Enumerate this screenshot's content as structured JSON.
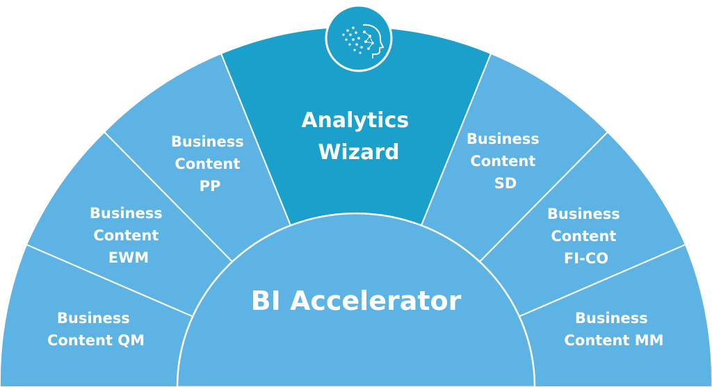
{
  "colors": {
    "segment": "#5db3e3",
    "primary_segment": "#1aa0cb",
    "text": "#ffffff",
    "background": "#ffffff"
  },
  "hub": {
    "title": "BI Accelerator"
  },
  "top_badge": {
    "icon": "ai-head-network-icon"
  },
  "segments": {
    "qm": {
      "lines": [
        "Business",
        "Content QM"
      ]
    },
    "ewm": {
      "lines": [
        "Business",
        "Content",
        "EWM"
      ]
    },
    "pp": {
      "lines": [
        "Business",
        "Content",
        "PP"
      ]
    },
    "analytics_wizard": {
      "lines": [
        "Analytics",
        "Wizard"
      ]
    },
    "sd": {
      "lines": [
        "Business",
        "Content",
        "SD"
      ]
    },
    "fico": {
      "lines": [
        "Business",
        "Content",
        "FI-CO"
      ]
    },
    "mm": {
      "lines": [
        "Business",
        "Content MM"
      ]
    }
  }
}
